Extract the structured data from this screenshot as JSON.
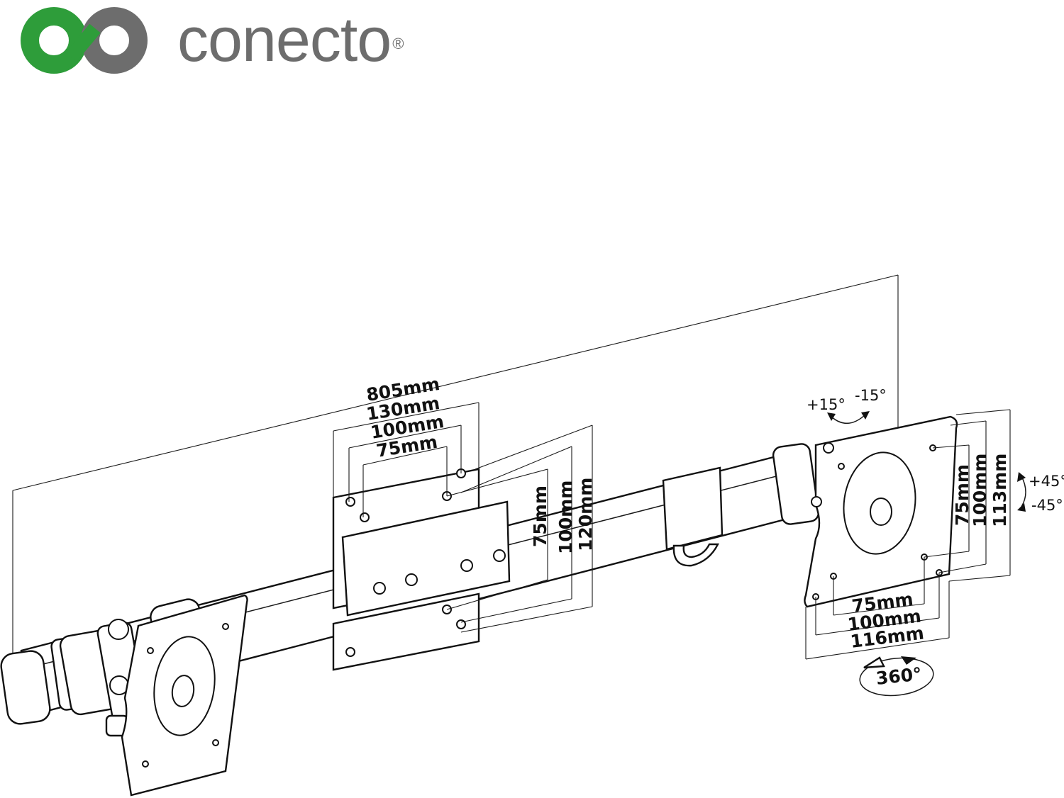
{
  "brand": {
    "name": "conecto",
    "registered_mark": "®",
    "colors": {
      "green": "#2e9d3a",
      "gray": "#6d6d6d"
    }
  },
  "dimensions": {
    "total_width": "805mm",
    "center_plate": {
      "width_130": "130mm",
      "width_100": "100mm",
      "width_75": "75mm",
      "height_75": "75mm",
      "height_100": "100mm",
      "height_120": "120mm"
    },
    "vesa_plate": {
      "width_75": "75mm",
      "width_100": "100mm",
      "width_116": "116mm",
      "height_75": "75mm",
      "height_100": "100mm",
      "height_113": "113mm"
    }
  },
  "angles": {
    "tilt_up": "+15°",
    "tilt_down": "-15°",
    "swivel_plus": "+45°",
    "swivel_minus": "-45°",
    "rotation": "360°"
  }
}
